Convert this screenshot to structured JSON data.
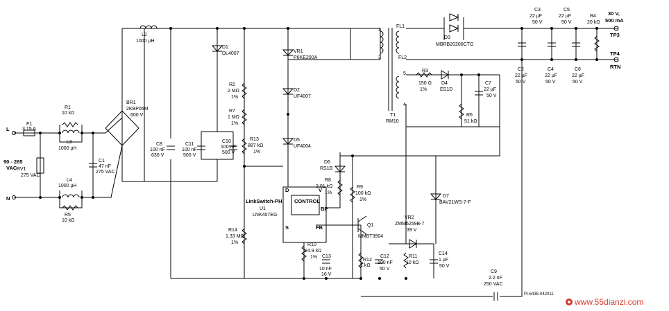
{
  "components": {
    "l2": {
      "ref": "L2",
      "val": "1000 µH"
    },
    "d1": {
      "ref": "D1",
      "val": "DL4007"
    },
    "vr1": {
      "ref": "VR1",
      "val": "P6KE200A"
    },
    "d2": {
      "ref": "D2",
      "val": "UF4007"
    },
    "d5": {
      "ref": "D5",
      "val": "UF4004"
    },
    "d3": {
      "ref": "D3",
      "val": "MBRB20200CTG"
    },
    "t1": {
      "ref": "T1",
      "val": "RM10"
    },
    "c3": {
      "ref": "C3",
      "v1": "22 µF",
      "v2": "50 V"
    },
    "c5": {
      "ref": "C5",
      "v1": "22 µF",
      "v2": "50 V"
    },
    "r4": {
      "ref": "R4",
      "val": "20 kΩ"
    },
    "c2": {
      "ref": "C2",
      "v1": "22 µF",
      "v2": "50 V"
    },
    "c4": {
      "ref": "C4",
      "v1": "22 µF",
      "v2": "50 V"
    },
    "c6": {
      "ref": "C6",
      "v1": "22 µF",
      "v2": "50 V"
    },
    "r3": {
      "ref": "R3",
      "v1": "150 Ω",
      "v2": "1%"
    },
    "d4": {
      "ref": "D4",
      "val": "ES1D"
    },
    "c7": {
      "ref": "C7",
      "v1": "22 µF",
      "v2": "50 V"
    },
    "r6": {
      "ref": "R6",
      "val": "51 kΩ"
    },
    "f1": {
      "ref": "F1",
      "val": "3.15 A"
    },
    "r1": {
      "ref": "R1",
      "val": "10 kΩ"
    },
    "l3": {
      "ref": "L3",
      "val": "1000 µH"
    },
    "br1": {
      "ref": "BR1",
      "v1": "2KBP06M",
      "v2": "600 V"
    },
    "r2": {
      "ref": "R2",
      "v1": "2 MΩ",
      "v2": "1%"
    },
    "r7": {
      "ref": "R7",
      "v1": "1 MΩ",
      "v2": "1%"
    },
    "r13": {
      "ref": "R13",
      "v1": "887 kΩ",
      "v2": "1%"
    },
    "c8": {
      "ref": "C8",
      "v1": "100 nF",
      "v2": "630 V"
    },
    "c11": {
      "ref": "C11",
      "v1": "100 nF",
      "v2": "500 V"
    },
    "c10": {
      "ref": "C10",
      "v1": "100 nF",
      "v2": "500 V"
    },
    "c1": {
      "ref": "C1",
      "v1": "47 nF",
      "v2": "275 VAC"
    },
    "rv1": {
      "ref": "RV1",
      "val": "275 VAC"
    },
    "l4": {
      "ref": "L4",
      "val": "1000 µH"
    },
    "r5": {
      "ref": "R5",
      "val": "10 kΩ"
    },
    "d6": {
      "ref": "D6",
      "val": "RS1B"
    },
    "r8": {
      "ref": "R8",
      "v1": "3.01 kΩ",
      "v2": "1%"
    },
    "r9": {
      "ref": "R9",
      "v1": "100 kΩ",
      "v2": "1%"
    },
    "u1": {
      "ref": "U1",
      "name": "LinkSwitch-PH",
      "val": "LNK407EG",
      "control": "CONTROL"
    },
    "r14": {
      "ref": "R14",
      "v1": "1.33 MΩ",
      "v2": "1%"
    },
    "q1": {
      "ref": "Q1",
      "val": "MMBT3904"
    },
    "vr2": {
      "ref": "VR2",
      "val": "ZMM5259B-7",
      "v2": "39 V"
    },
    "d7": {
      "ref": "D7",
      "val": "BAV21WS-7-F"
    },
    "r10": {
      "ref": "R10",
      "v1": "24.9 kΩ",
      "v2": "1%"
    },
    "c13": {
      "ref": "C13",
      "v1": "10 nF",
      "v2": "16 V"
    },
    "r12": {
      "ref": "R12",
      "val": "1 kΩ"
    },
    "c12": {
      "ref": "C12",
      "v1": "100 nF",
      "v2": "50 V"
    },
    "r11": {
      "ref": "R11",
      "val": "10 kΩ"
    },
    "c14": {
      "ref": "C14",
      "v1": "1 µF",
      "v2": "50 V"
    },
    "c9": {
      "ref": "C9",
      "v1": "2.2 nF",
      "v2": "250 VAC"
    }
  },
  "pins": {
    "d": "D",
    "v": "V",
    "s": "S",
    "fb": "FB",
    "bp": "BP"
  },
  "input": {
    "label_l": "L",
    "label_n": "N",
    "range": "90 - 265",
    "vac": "VAC"
  },
  "output": {
    "volt": "30 V,",
    "curr": "500 mA",
    "tp3": "TP3",
    "tp4": "TP4",
    "rtn": "RTN"
  },
  "transformer_pins": {
    "p1": "1",
    "p3": "3",
    "fl1": "FL1",
    "fl2": "FL2",
    "p5": "5",
    "p4": "4"
  },
  "figure_id": "PI-6435-042011",
  "watermark": "www.55dianzi.com"
}
